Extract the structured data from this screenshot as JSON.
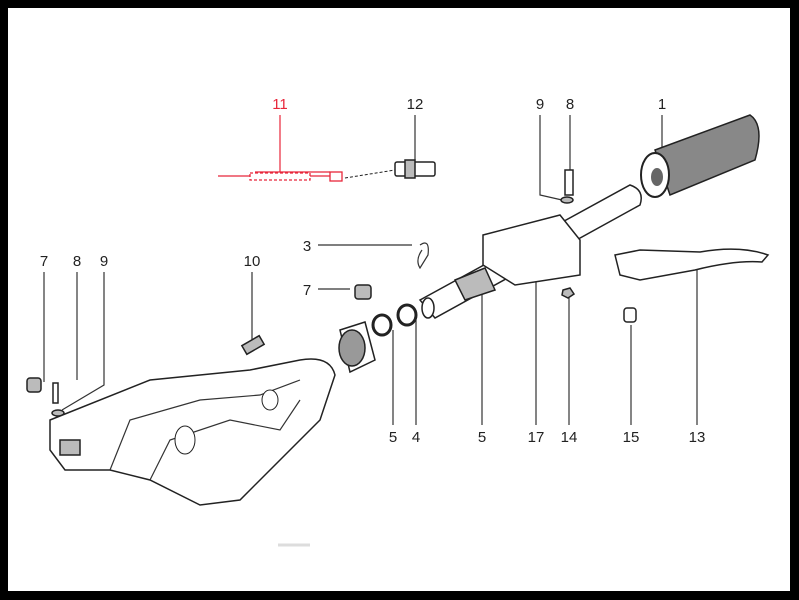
{
  "diagram": {
    "highlight_color": "#e8263a",
    "callouts": [
      {
        "id": "11",
        "highlighted": true
      },
      {
        "id": "12"
      },
      {
        "id": "9"
      },
      {
        "id": "8"
      },
      {
        "id": "1"
      },
      {
        "id": "7"
      },
      {
        "id": "8"
      },
      {
        "id": "9"
      },
      {
        "id": "10"
      },
      {
        "id": "3"
      },
      {
        "id": "7"
      },
      {
        "id": "5"
      },
      {
        "id": "4"
      },
      {
        "id": "5"
      },
      {
        "id": "17"
      },
      {
        "id": "14"
      },
      {
        "id": "15"
      },
      {
        "id": "13"
      }
    ]
  }
}
